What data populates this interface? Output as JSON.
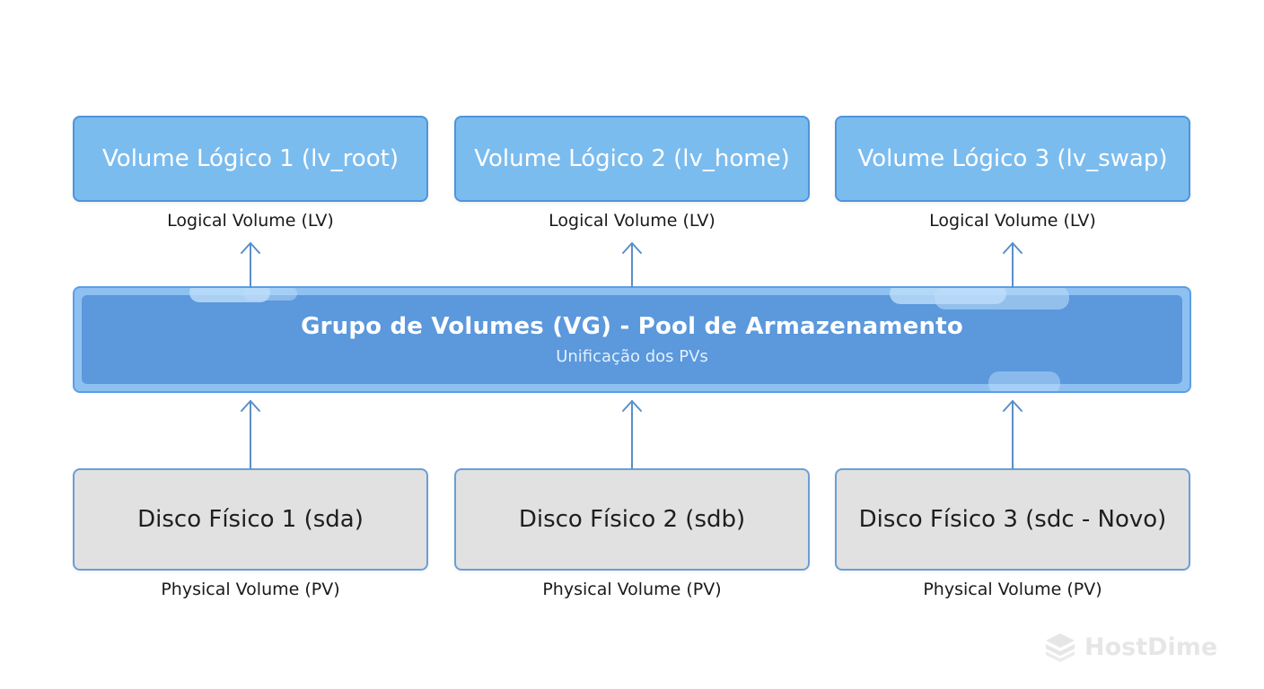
{
  "logical_volumes": [
    {
      "label": "Volume Lógico 1 (lv_root)",
      "caption": "Logical Volume (LV)"
    },
    {
      "label": "Volume Lógico 2 (lv_home)",
      "caption": "Logical Volume (LV)"
    },
    {
      "label": "Volume Lógico 3 (lv_swap)",
      "caption": "Logical Volume (LV)"
    }
  ],
  "volume_group": {
    "title": "Grupo de Volumes (VG) - Pool de Armazenamento",
    "subtitle": "Unificação dos PVs"
  },
  "physical_volumes": [
    {
      "label": "Disco Físico 1 (sda)",
      "caption": "Physical Volume (PV)"
    },
    {
      "label": "Disco Físico 2 (sdb)",
      "caption": "Physical Volume (PV)"
    },
    {
      "label": "Disco Físico 3 (sdc - Novo)",
      "caption": "Physical Volume (PV)"
    }
  ],
  "logo": {
    "text": "HostDime",
    "icon": "hostdime-logo-icon"
  },
  "colors": {
    "lv_fill": "#7bbcef",
    "lv_border": "#4f94dc",
    "vg_fill": "#5b98dc",
    "pv_fill": "#e1e1e1",
    "pv_border": "#6a9fd6",
    "arrow": "#5a8fc8"
  }
}
